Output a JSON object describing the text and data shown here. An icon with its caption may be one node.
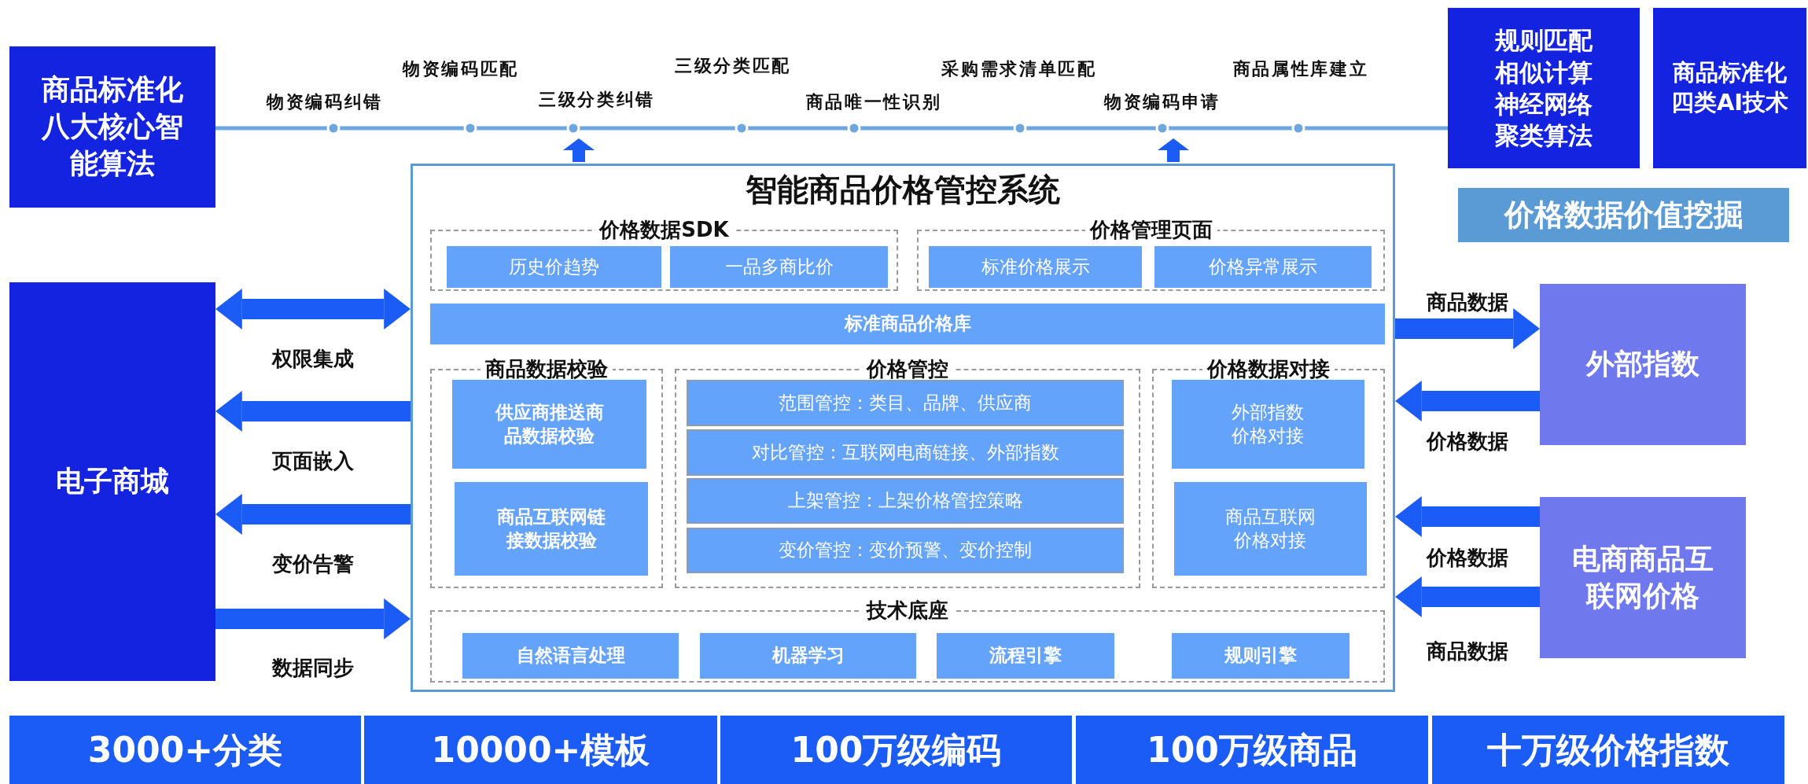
{
  "diagram": {
    "nodes": [
      {
        "text": [
          "商品标准化八大核心智能算法"
        ]
      },
      {
        "text": [
          "规则匹配相似计算神经网络聚类算法"
        ]
      },
      {
        "text": [
          "商品标准化四类AI技术"
        ]
      },
      {
        "text": [
          "价格数据价值挖掘"
        ]
      },
      {
        "text": [
          "电子商城"
        ]
      },
      {
        "text": [
          "智能商品价格管控系统"
        ]
      },
      {
        "text": [
          "价格数据SDK"
        ],
        "in": 5
      },
      {
        "text": [
          "历史价趋势"
        ],
        "in": 6
      },
      {
        "text": [
          "一品多商比价"
        ],
        "in": 6
      },
      {
        "text": [
          "价格管理页面"
        ],
        "in": 5
      },
      {
        "text": [
          "标准价格展示"
        ],
        "in": 9
      },
      {
        "text": [
          "价格异常展示"
        ],
        "in": 9
      },
      {
        "text": [
          "标准商品价格库"
        ],
        "in": 5
      },
      {
        "text": [
          "商品数据校验"
        ],
        "in": 5
      },
      {
        "text": [
          "供应商推送商品数据校验"
        ],
        "in": 13
      },
      {
        "text": [
          "商品互联网链接数据校验"
        ],
        "in": 13
      },
      {
        "text": [
          "价格管控"
        ],
        "in": 5
      },
      {
        "text": [
          "范围管控：类目、品牌、供应商"
        ],
        "in": 16
      },
      {
        "text": [
          "对比管控：互联网电商链接、外部指数"
        ],
        "in": 16
      },
      {
        "text": [
          "上架管控：上架价格管控策略"
        ],
        "in": 16
      },
      {
        "text": [
          "变价管控：变价预警、变价控制"
        ],
        "in": 16
      },
      {
        "text": [
          "价格数据对接"
        ],
        "in": 5
      },
      {
        "text": [
          "外部指数价格对接"
        ],
        "in": 21
      },
      {
        "text": [
          "商品互联网价格对接"
        ],
        "in": 21
      },
      {
        "text": [
          "技术底座"
        ],
        "in": 5
      },
      {
        "text": [
          "自然语言处理"
        ],
        "in": 24
      },
      {
        "text": [
          "机器学习"
        ],
        "in": 24
      },
      {
        "text": [
          "流程引擎"
        ],
        "in": 24
      },
      {
        "text": [
          "规则引擎"
        ],
        "in": 24
      },
      {
        "text": [
          "外部指数"
        ]
      },
      {
        "text": [
          "电商商品互联网价格"
        ]
      },
      {
        "text": [
          "3000+分类"
        ]
      },
      {
        "text": [
          "10000+模板"
        ]
      },
      {
        "text": [
          "100万级编码"
        ]
      },
      {
        "text": [
          "100万级商品"
        ]
      },
      {
        "text": [
          "十万级价格指数"
        ]
      }
    ],
    "edges": [
      {
        "from": 0,
        "to": 1,
        "arrow": "none",
        "color": "#6ea6e0"
      },
      {
        "from": 4,
        "to": 5,
        "arrow": "both",
        "label": "权限集成"
      },
      {
        "from": 5,
        "to": 4,
        "arrow": "to",
        "label": "页面嵌入"
      },
      {
        "from": 5,
        "to": 4,
        "arrow": "to",
        "label": "变价告警"
      },
      {
        "from": 4,
        "to": 5,
        "arrow": "to",
        "label": "数据同步"
      },
      {
        "from": 5,
        "to": 29,
        "arrow": "to",
        "label": "商品数据"
      },
      {
        "from": 29,
        "to": 5,
        "arrow": "to",
        "label": "价格数据"
      },
      {
        "from": 30,
        "to": 5,
        "arrow": "to",
        "label": "价格数据"
      },
      {
        "from": 30,
        "to": 5,
        "arrow": "to",
        "label": "商品数据"
      }
    ],
    "labels": [
      "物资编码纠错",
      "物资编码匹配",
      "三级分类纠错",
      "三级分类匹配",
      "商品唯一性识别",
      "采购需求清单匹配",
      "物资编码申请",
      "商品属性库建立"
    ]
  }
}
